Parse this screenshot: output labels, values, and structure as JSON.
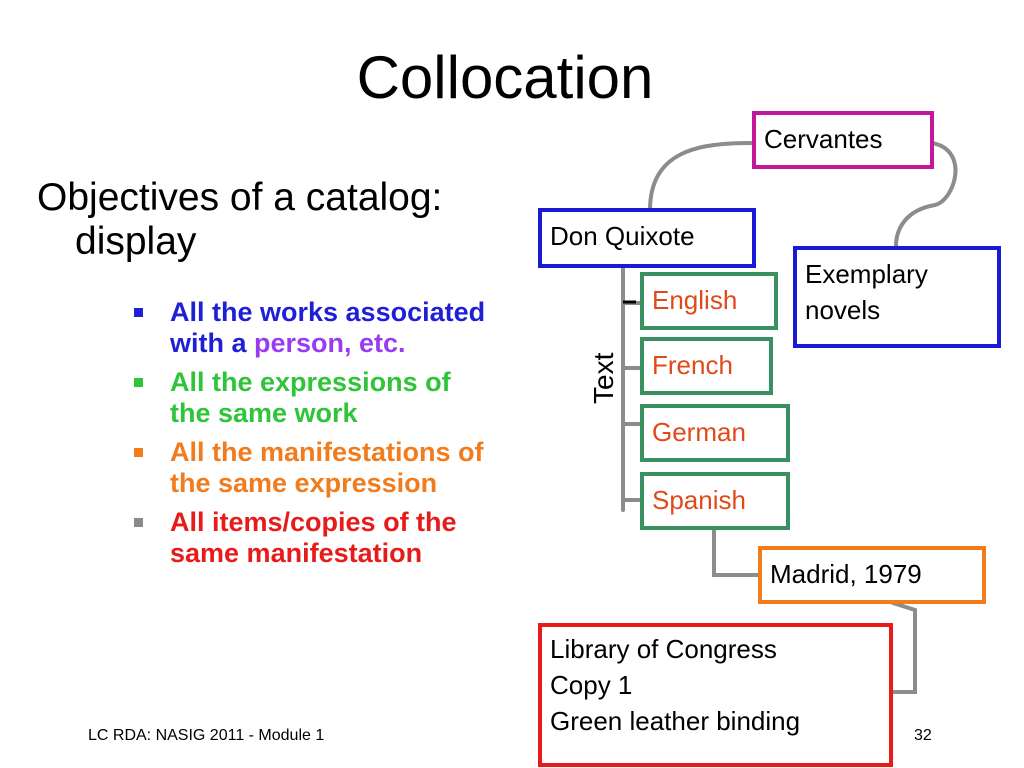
{
  "slide": {
    "title": "Collocation",
    "objectives_line1": "Objectives of a catalog:",
    "objectives_line2": "display",
    "bullets": [
      {
        "parts": [
          {
            "text": "All the works associated with a ",
            "color": "#1f1fd6"
          },
          {
            "text": "person, etc.",
            "color": "#9a3bf0"
          }
        ],
        "marker_color": "#1f1fd6"
      },
      {
        "parts": [
          {
            "text": "All the expressions of the same work",
            "color": "#2fc43a"
          }
        ],
        "marker_color": "#2fc43a"
      },
      {
        "parts": [
          {
            "text": "All the manifestations of the same expression",
            "color": "#f07c1d"
          }
        ],
        "marker_color": "#f07c1d"
      },
      {
        "parts": [
          {
            "text": "All items/copies of the same manifestation",
            "color": "#e81b1b"
          }
        ],
        "marker_color": "#8a8a8a"
      }
    ],
    "footer": "LC RDA: NASIG 2011 - Module 1",
    "page_number": "32"
  },
  "diagram": {
    "cervantes": {
      "label": "Cervantes",
      "border_color": "#c4189c"
    },
    "don_quixote": {
      "label": "Don Quixote",
      "border_color": "#1a1ad6"
    },
    "exemplary_novels": {
      "line1": "Exemplary",
      "line2": "novels",
      "border_color": "#1a1ad6"
    },
    "text_label": "Text",
    "expressions": [
      {
        "label": "English",
        "color": "#e04a1a",
        "border_color": "#3a9060"
      },
      {
        "label": "French",
        "color": "#e04a1a",
        "border_color": "#3a9060"
      },
      {
        "label": "German",
        "color": "#e04a1a",
        "border_color": "#3a9060"
      },
      {
        "label": "Spanish",
        "color": "#e04a1a",
        "border_color": "#3a9060"
      }
    ],
    "manifestation": {
      "label": "Madrid, 1979",
      "border_color": "#f07c1d"
    },
    "item": {
      "line1": "Library of Congress",
      "line2": "Copy 1",
      "line3": "Green leather binding",
      "border_color": "#e81b1b"
    },
    "connector_color": "#8c8c8c"
  }
}
